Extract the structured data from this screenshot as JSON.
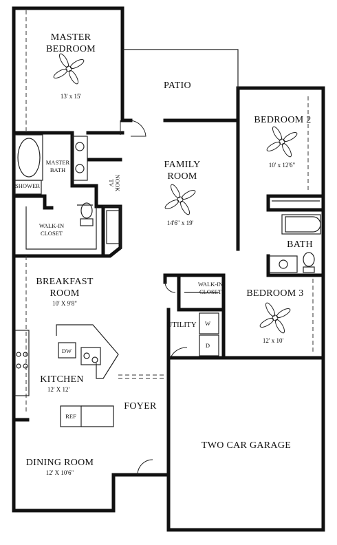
{
  "rooms": {
    "master_bedroom": {
      "name_line1": "MASTER",
      "name_line2": "BEDROOM",
      "dims": "13' x 15'"
    },
    "patio": {
      "name": "PATIO"
    },
    "bedroom2": {
      "name": "BEDROOM 2",
      "dims": "10' x 12'6\""
    },
    "master_bath": {
      "name_line1": "MASTER",
      "name_line2": "BATH"
    },
    "shower": {
      "name": "SHOWER"
    },
    "tv_nook": {
      "name_line1": "TV",
      "name_line2": "NOOK"
    },
    "family_room": {
      "name_line1": "FAMILY",
      "name_line2": "ROOM",
      "dims": "14'6\" x 19'"
    },
    "walkin_closet_master": {
      "name_line1": "WALK-IN",
      "name_line2": "CLOSET"
    },
    "bath": {
      "name": "BATH"
    },
    "breakfast_room": {
      "name_line1": "BREAKFAST",
      "name_line2": "ROOM",
      "dims": "10' X 9'8\""
    },
    "walkin_closet_bed3": {
      "name_line1": "WALK-IN",
      "name_line2": "CLOSET"
    },
    "bedroom3": {
      "name": "BEDROOM 3",
      "dims": "12' x 10'"
    },
    "utility": {
      "name": "UTILITY",
      "washer": "W",
      "dryer": "D"
    },
    "kitchen": {
      "name": "KITCHEN",
      "dims": "12' X 12'",
      "dishwasher": "DW",
      "refrigerator": "REF"
    },
    "foyer": {
      "name": "FOYER"
    },
    "garage": {
      "name": "TWO CAR GARAGE"
    },
    "dining_room": {
      "name": "DINING ROOM",
      "dims": "12' X 10'6\""
    }
  }
}
